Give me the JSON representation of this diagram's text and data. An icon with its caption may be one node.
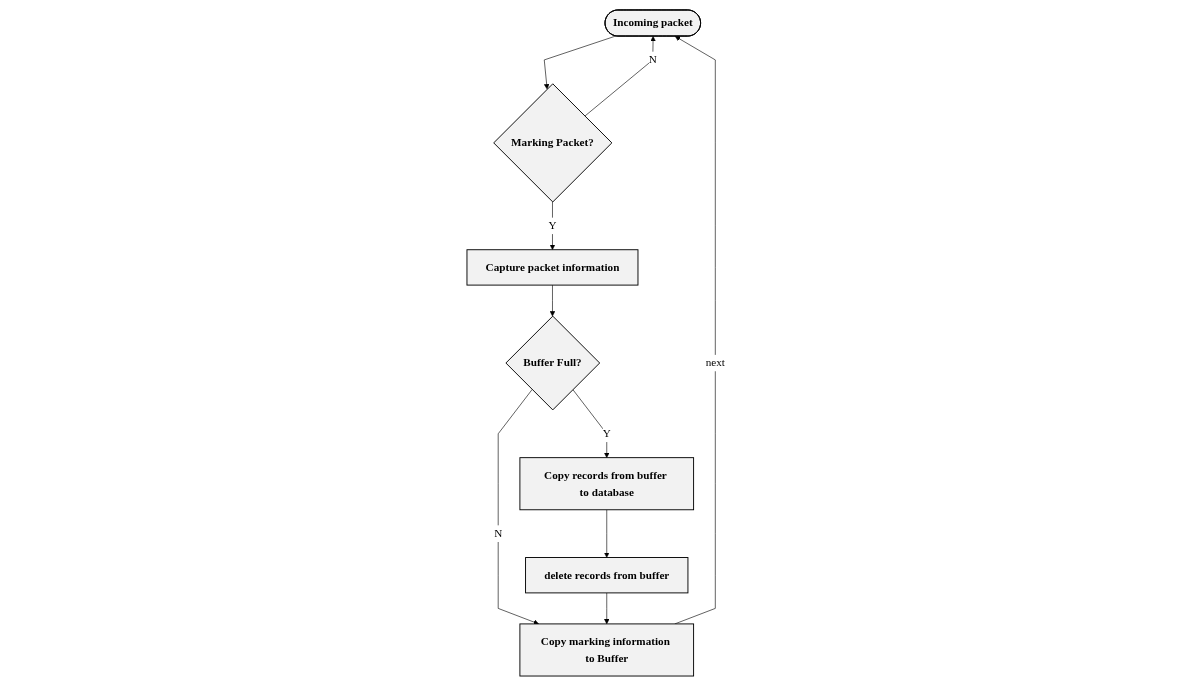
{
  "diagram": {
    "nodes": [
      {
        "text": [
          "Incoming packet"
        ]
      },
      {
        "text": [
          "Marking Packet?"
        ]
      },
      {
        "text": [
          "Capture packet information"
        ]
      },
      {
        "text": [
          "Buffer Full?"
        ]
      },
      {
        "text": [
          "Copy records from buffer to database"
        ]
      },
      {
        "text": [
          "delete records from buffer"
        ]
      },
      {
        "text": [
          "Copy marking information to Buffer"
        ]
      }
    ],
    "edges": [
      {
        "from": 0,
        "to": 1,
        "arrow": "to"
      },
      {
        "from": 1,
        "to": 2,
        "arrow": "to",
        "label": "Y"
      },
      {
        "from": 1,
        "to": 0,
        "arrow": "to",
        "label": "N"
      },
      {
        "from": 2,
        "to": 3,
        "arrow": "to"
      },
      {
        "from": 3,
        "to": 4,
        "arrow": "to",
        "label": "Y"
      },
      {
        "from": 3,
        "to": 6,
        "arrow": "to",
        "label": "N"
      },
      {
        "from": 4,
        "to": 5,
        "arrow": "to"
      },
      {
        "from": 5,
        "to": 6,
        "arrow": "to"
      },
      {
        "from": 6,
        "to": 0,
        "arrow": "to",
        "label": "next"
      }
    ]
  }
}
